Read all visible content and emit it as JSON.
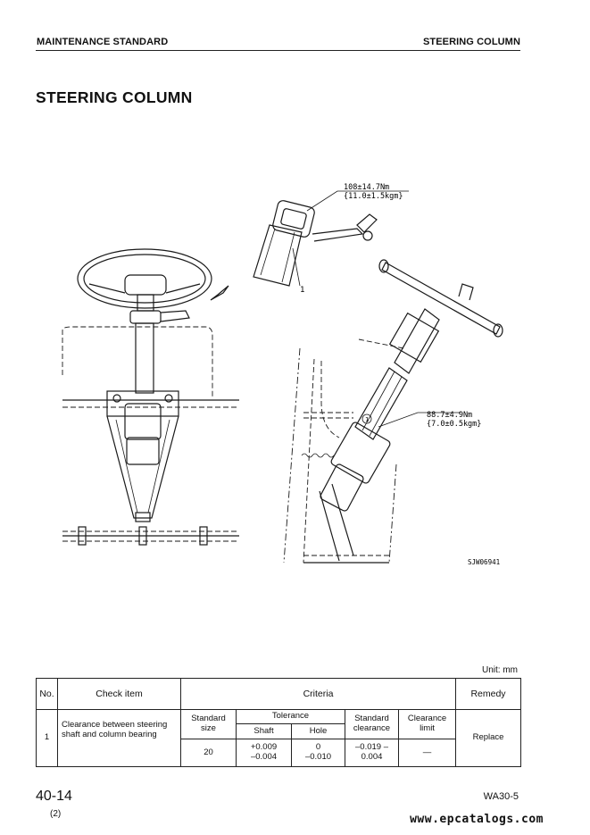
{
  "header": {
    "left": "MAINTENANCE STANDARD",
    "right": "STEERING COLUMN"
  },
  "page_title": "STEERING COLUMN",
  "figure": {
    "torque_1_line1": "108±14.7Nm",
    "torque_1_line2": "{11.0±1.5kgm}",
    "torque_2_line1": "88.7±4.9Nm",
    "torque_2_line2": "{7.0±0.5kgm}",
    "callout_1": "1",
    "callout_1b": "1",
    "figure_id": "SJW06941"
  },
  "units": "Unit: mm",
  "table": {
    "headers": {
      "no": "No.",
      "check_item": "Check item",
      "criteria": "Criteria",
      "remedy": "Remedy"
    },
    "subheaders": {
      "standard_size": "Standard size",
      "tolerance": "Tolerance",
      "shaft": "Shaft",
      "hole": "Hole",
      "standard_clearance": "Standard clearance",
      "clearance_limit": "Clearance limit"
    },
    "row": {
      "no": "1",
      "check_item": "Clearance between steering shaft and column bearing",
      "standard_size": "20",
      "shaft_tol_1": "+0.009",
      "shaft_tol_2": "–0.004",
      "hole_tol_1": "0",
      "hole_tol_2": "–0.010",
      "std_clear_1": "–0.019 –",
      "std_clear_2": "0.004",
      "clear_limit": "—",
      "remedy": "Replace"
    }
  },
  "footer": {
    "page_number": "40-14",
    "revision": "(2)",
    "model": "WA30-5",
    "watermark": "www.epcatalogs.com"
  }
}
